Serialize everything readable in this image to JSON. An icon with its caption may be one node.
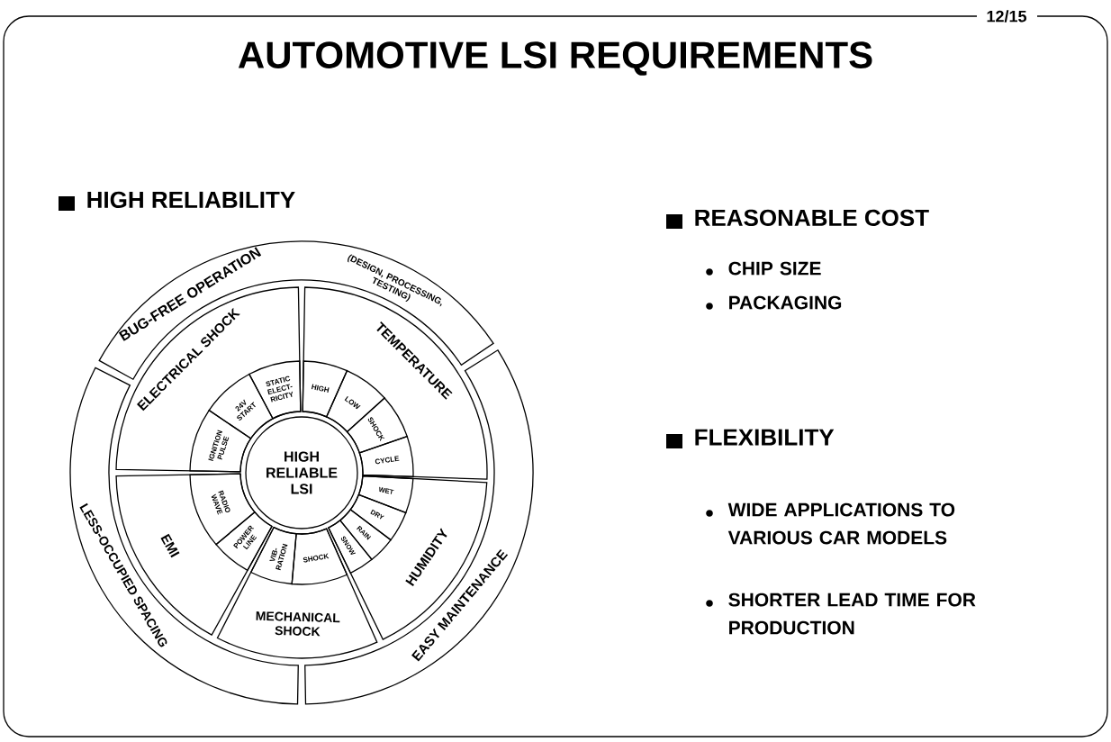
{
  "diagram": {
    "title": "AUTOMOTIVE LSI REQUIREMENTS",
    "nodes": [
      {
        "text": [
          "BUG-FREE OPERATION",
          "(DESIGN, PROCESSING, TESTING)"
        ]
      },
      {
        "text": [
          "ELECTRICAL SHOCK"
        ]
      },
      {
        "text": [
          "IGNITION PULSE"
        ],
        "in": 1
      },
      {
        "text": [
          "24V START"
        ],
        "in": 1
      },
      {
        "text": [
          "STATIC ELECT- RICITY"
        ],
        "in": 1
      },
      {
        "text": [
          "TEMPERATURE"
        ]
      },
      {
        "text": [
          "HIGH"
        ],
        "in": 5
      },
      {
        "text": [
          "LOW"
        ],
        "in": 5
      },
      {
        "text": [
          "SHOCK"
        ],
        "in": 5
      },
      {
        "text": [
          "CYCLE"
        ],
        "in": 5
      },
      {
        "text": [
          "HIGH RELIABLE LSI"
        ]
      },
      {
        "text": [
          "LESS-OCCUPIED SPACING"
        ]
      },
      {
        "text": [
          "EMI"
        ]
      },
      {
        "text": [
          "RADIO WAVE"
        ],
        "in": 12
      },
      {
        "text": [
          "POWER LINE"
        ],
        "in": 12
      },
      {
        "text": [
          "HUMIDITY"
        ]
      },
      {
        "text": [
          "WET"
        ],
        "in": 15
      },
      {
        "text": [
          "DRY"
        ],
        "in": 15
      },
      {
        "text": [
          "RAIN"
        ],
        "in": 15
      },
      {
        "text": [
          "SNOW"
        ],
        "in": 15
      },
      {
        "text": [
          "MECHANICAL SHOCK"
        ]
      },
      {
        "text": [
          "VIB- RATION"
        ],
        "in": 20
      },
      {
        "text": [
          "SHOCK"
        ],
        "in": 20
      },
      {
        "text": [
          "EASY MAINTENANCE"
        ]
      }
    ],
    "labels": [
      "12/15",
      "HIGH RELIABILITY",
      "REASONABLE COST",
      "CHIP SIZE",
      "PACKAGING",
      "FLEXIBILITY",
      "WIDE APPLICATIONS TO VARIOUS CAR MODELS",
      "SHORTER LEAD TIME FOR PRODUCTION"
    ]
  }
}
